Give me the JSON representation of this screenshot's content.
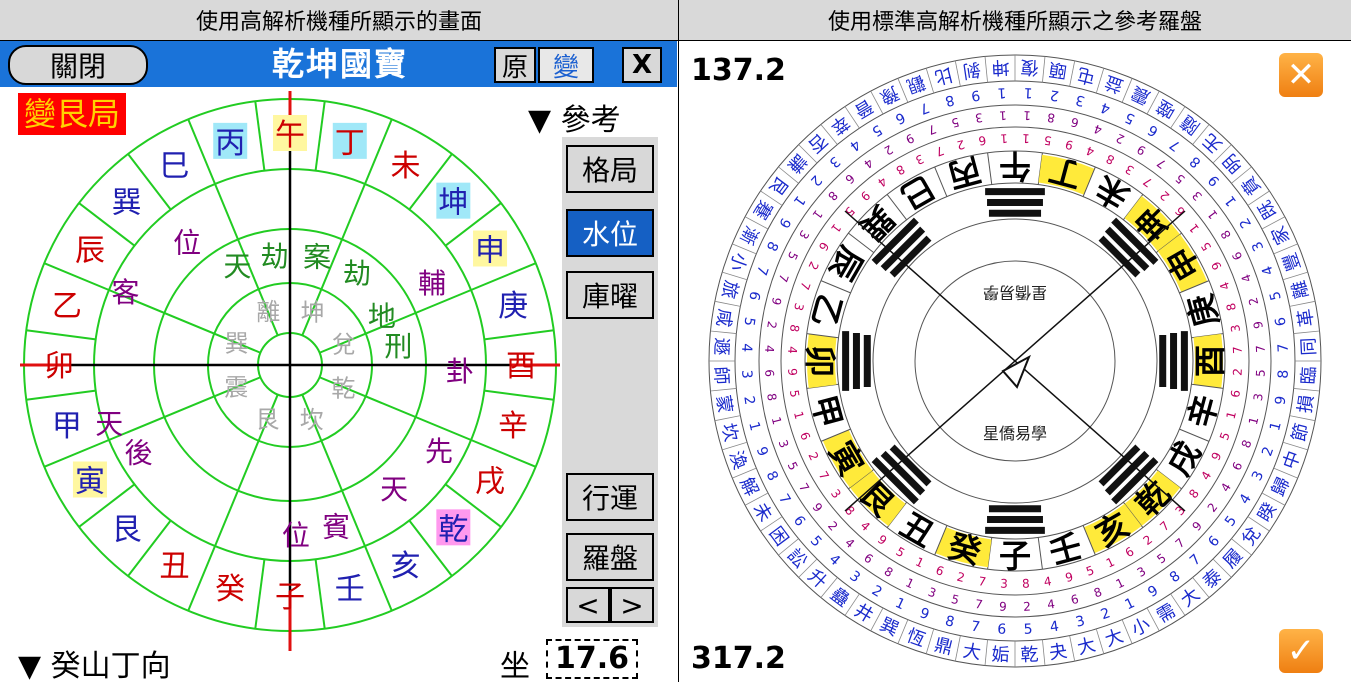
{
  "captions": {
    "left": "使用高解析機種所顯示的畫面",
    "right": "使用標準高解析機種所顯示之參考羅盤"
  },
  "left_app": {
    "close_label": "關閉",
    "title": "乾坤國寶",
    "original_label": "原",
    "transform_label": "變",
    "x_label": "X",
    "bureau_label": "變艮局",
    "reference_label": "參考",
    "side_buttons": [
      "格局",
      "水位",
      "庫曜"
    ],
    "active_side": "水位",
    "luck_label": "行運",
    "compass_label": "羅盤",
    "prev_label": "<",
    "next_label": ">",
    "mountain_label": "癸山丁向",
    "sit_label": "坐",
    "degree": "17.6",
    "outer_ring": [
      {
        "t": "午",
        "c": "#cc0000",
        "bg": "#fff7a0"
      },
      {
        "t": "丁",
        "c": "#cc0000",
        "bg": "#a0e8f8"
      },
      {
        "t": "未",
        "c": "#cc0000",
        "bg": ""
      },
      {
        "t": "坤",
        "c": "#2020b0",
        "bg": "#a0e8f8"
      },
      {
        "t": "申",
        "c": "#2020b0",
        "bg": "#fff7a0"
      },
      {
        "t": "庚",
        "c": "#2020b0",
        "bg": ""
      },
      {
        "t": "酉",
        "c": "#cc0000",
        "bg": ""
      },
      {
        "t": "辛",
        "c": "#cc0000",
        "bg": ""
      },
      {
        "t": "戌",
        "c": "#cc0000",
        "bg": ""
      },
      {
        "t": "乾",
        "c": "#2020b0",
        "bg": "#ff99ee"
      },
      {
        "t": "亥",
        "c": "#2020b0",
        "bg": ""
      },
      {
        "t": "壬",
        "c": "#2020b0",
        "bg": ""
      },
      {
        "t": "子",
        "c": "#cc0000",
        "bg": ""
      },
      {
        "t": "癸",
        "c": "#cc0000",
        "bg": ""
      },
      {
        "t": "丑",
        "c": "#cc0000",
        "bg": ""
      },
      {
        "t": "艮",
        "c": "#2020b0",
        "bg": ""
      },
      {
        "t": "寅",
        "c": "#2020b0",
        "bg": "#fff7a0"
      },
      {
        "t": "甲",
        "c": "#2020b0",
        "bg": ""
      },
      {
        "t": "卯",
        "c": "#cc0000",
        "bg": ""
      },
      {
        "t": "乙",
        "c": "#cc0000",
        "bg": ""
      },
      {
        "t": "辰",
        "c": "#cc0000",
        "bg": ""
      },
      {
        "t": "巽",
        "c": "#2020b0",
        "bg": ""
      },
      {
        "t": "巳",
        "c": "#2020b0",
        "bg": ""
      },
      {
        "t": "丙",
        "c": "#2020b0",
        "bg": "#a0e8f8"
      }
    ],
    "ring2": [
      {
        "t": "位",
        "c": "#800080"
      },
      {
        "t": "客",
        "c": "#800080"
      },
      {
        "t": "輔",
        "c": "#800080"
      },
      {
        "t": "卦",
        "c": "#800080"
      },
      {
        "t": "天",
        "c": "#800080"
      },
      {
        "t": "後",
        "c": "#800080"
      },
      {
        "t": "先",
        "c": "#800080"
      },
      {
        "t": "天",
        "c": "#800080"
      },
      {
        "t": "位",
        "c": "#800080"
      },
      {
        "t": "賓",
        "c": "#800080"
      }
    ],
    "ring3": [
      {
        "t": "天",
        "c": "#228b22"
      },
      {
        "t": "劫",
        "c": "#228b22"
      },
      {
        "t": "案",
        "c": "#228b22"
      },
      {
        "t": "劫",
        "c": "#228b22"
      },
      {
        "t": "地",
        "c": "#228b22"
      },
      {
        "t": "刑",
        "c": "#228b22"
      }
    ],
    "trigrams": [
      "離",
      "坤",
      "兌",
      "乾",
      "坎",
      "艮",
      "震",
      "巽"
    ]
  },
  "right_app": {
    "degree_top": "137.2",
    "degree_bottom": "317.2",
    "cancel_icon": "cancel-icon",
    "ok_icon": "check-icon",
    "caption_inner": "星僑易學",
    "mountains": [
      "子",
      "癸",
      "丑",
      "艮",
      "寅",
      "甲",
      "卯",
      "乙",
      "辰",
      "巽",
      "巳",
      "丙",
      "午",
      "丁",
      "未",
      "坤",
      "申",
      "庚",
      "酉",
      "辛",
      "戌",
      "乾",
      "亥",
      "壬"
    ],
    "hexagrams": [
      "復",
      "頤",
      "屯",
      "益",
      "震",
      "噬",
      "隨",
      "无",
      "明",
      "賁",
      "既",
      "家",
      "豐",
      "離",
      "革",
      "同",
      "臨",
      "損",
      "節",
      "中",
      "歸",
      "睽",
      "兌",
      "履",
      "泰",
      "大",
      "需",
      "小",
      "大",
      "大",
      "夬",
      "乾",
      "姤",
      "大",
      "鼎",
      "恆",
      "巽",
      "井",
      "蠱",
      "升",
      "訟",
      "困",
      "未",
      "解",
      "渙",
      "坎",
      "蒙",
      "師",
      "遯",
      "咸",
      "旅",
      "小",
      "漸",
      "蹇",
      "艮",
      "謙",
      "否",
      "萃",
      "晉",
      "豫",
      "觀",
      "比",
      "剝",
      "坤"
    ]
  },
  "colors": {
    "ring_green": "#22cc22",
    "title_blue": "#1a73d9",
    "hex_blue": "#1a2acc"
  }
}
